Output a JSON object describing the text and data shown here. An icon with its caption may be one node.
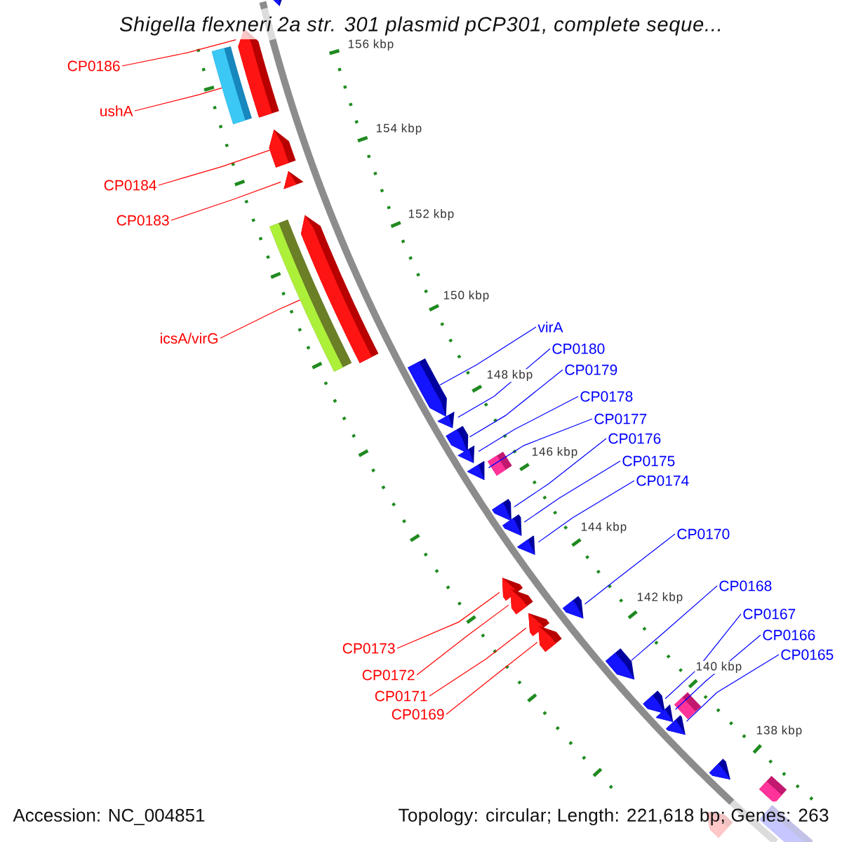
{
  "diagram": {
    "title": "Shigella flexneri 2a str. 301 plasmid pCP301, complete seque...",
    "nodes": [
      {
        "text": [
          "CP0186"
        ]
      },
      {
        "text": [
          "ushA"
        ]
      },
      {
        "text": [
          "CP0184"
        ]
      },
      {
        "text": [
          "CP0183"
        ]
      },
      {
        "text": [
          "icsA/virG"
        ]
      },
      {
        "text": [
          "CP0173"
        ]
      },
      {
        "text": [
          "CP0172"
        ]
      },
      {
        "text": [
          "CP0171"
        ]
      },
      {
        "text": [
          "CP0169"
        ]
      },
      {
        "text": [
          "virA"
        ]
      },
      {
        "text": [
          "CP0180"
        ]
      },
      {
        "text": [
          "CP0179"
        ]
      },
      {
        "text": [
          "CP0178"
        ]
      },
      {
        "text": [
          "CP0177"
        ]
      },
      {
        "text": [
          "CP0176"
        ]
      },
      {
        "text": [
          "CP0175"
        ]
      },
      {
        "text": [
          "CP0174"
        ]
      },
      {
        "text": [
          "CP0170"
        ]
      },
      {
        "text": [
          "CP0168"
        ]
      },
      {
        "text": [
          "CP0167"
        ]
      },
      {
        "text": [
          "CP0166"
        ]
      },
      {
        "text": [
          "CP0165"
        ]
      },
      {
        "text": [],
        "shape": "pentagon"
      },
      {
        "text": [],
        "shape": "pentagon"
      },
      {
        "text": [],
        "shape": "bar"
      },
      {
        "text": [],
        "shape": "pentagon"
      },
      {
        "text": [],
        "shape": "pentagon"
      },
      {
        "text": [],
        "shape": "pentagon"
      },
      {
        "text": [],
        "shape": "bar"
      },
      {
        "text": [],
        "shape": "pentagon"
      },
      {
        "text": [],
        "shape": "pentagon"
      },
      {
        "text": [],
        "shape": "pentagon"
      },
      {
        "text": [],
        "shape": "pentagon"
      },
      {
        "text": [],
        "shape": "bar"
      },
      {
        "text": [],
        "shape": "pentagon"
      },
      {
        "text": [],
        "shape": "pentagon"
      },
      {
        "text": [],
        "shape": "pentagon"
      },
      {
        "text": [],
        "shape": "pentagon"
      },
      {
        "text": [],
        "shape": "pentagon"
      },
      {
        "text": [],
        "shape": "pentagon"
      },
      {
        "text": [],
        "shape": "pentagon"
      },
      {
        "text": [],
        "shape": "pentagon"
      },
      {
        "text": [],
        "shape": "pentagon"
      },
      {
        "text": [],
        "shape": "pentagon"
      },
      {
        "text": [],
        "shape": "bar"
      },
      {
        "text": [],
        "shape": "pentagon"
      },
      {
        "text": [],
        "shape": "pentagon"
      },
      {
        "text": [],
        "shape": "pentagon"
      },
      {
        "text": [],
        "shape": "pentagon"
      },
      {
        "text": [],
        "shape": "bar"
      },
      {
        "text": [],
        "shape": "pentagon"
      },
      {
        "text": [],
        "shape": "pentagon"
      }
    ],
    "edges": [
      {
        "from": 0,
        "to": 23,
        "arrow": "none",
        "color": "#ff0000"
      },
      {
        "from": 1,
        "to": 24,
        "arrow": "none",
        "color": "#ff0000"
      },
      {
        "from": 2,
        "to": 25,
        "arrow": "none",
        "color": "#ff0000"
      },
      {
        "from": 3,
        "to": 26,
        "arrow": "none",
        "color": "#ff0000"
      },
      {
        "from": 4,
        "to": 28,
        "arrow": "none",
        "color": "#ff0000"
      },
      {
        "from": 5,
        "to": 38,
        "arrow": "none",
        "color": "#ff0000"
      },
      {
        "from": 6,
        "to": 39,
        "arrow": "none",
        "color": "#ff0000"
      },
      {
        "from": 7,
        "to": 41,
        "arrow": "none",
        "color": "#ff0000"
      },
      {
        "from": 8,
        "to": 42,
        "arrow": "none",
        "color": "#ff0000"
      },
      {
        "from": 9,
        "to": 29,
        "arrow": "none"
      },
      {
        "from": 10,
        "to": 30,
        "arrow": "none"
      },
      {
        "from": 11,
        "to": 31,
        "arrow": "none"
      },
      {
        "from": 12,
        "to": 32,
        "arrow": "none"
      },
      {
        "from": 13,
        "to": 34,
        "arrow": "none"
      },
      {
        "from": 14,
        "to": 35,
        "arrow": "none"
      },
      {
        "from": 15,
        "to": 36,
        "arrow": "none"
      },
      {
        "from": 16,
        "to": 37,
        "arrow": "none"
      },
      {
        "from": 17,
        "to": 40,
        "arrow": "none"
      },
      {
        "from": 18,
        "to": 43,
        "arrow": "none"
      },
      {
        "from": 19,
        "to": 45,
        "arrow": "none"
      },
      {
        "from": 20,
        "to": 46,
        "arrow": "none"
      },
      {
        "from": 21,
        "to": 47,
        "arrow": "none"
      }
    ],
    "labels": [
      "156 kbp",
      "154 kbp",
      "152 kbp",
      "150 kbp",
      "148 kbp",
      "146 kbp",
      "144 kbp",
      "142 kbp",
      "140 kbp",
      "138 kbp",
      "Accession: NC_004851",
      "Topology: circular; Length: 221,618 bp; Genes: 263"
    ]
  }
}
